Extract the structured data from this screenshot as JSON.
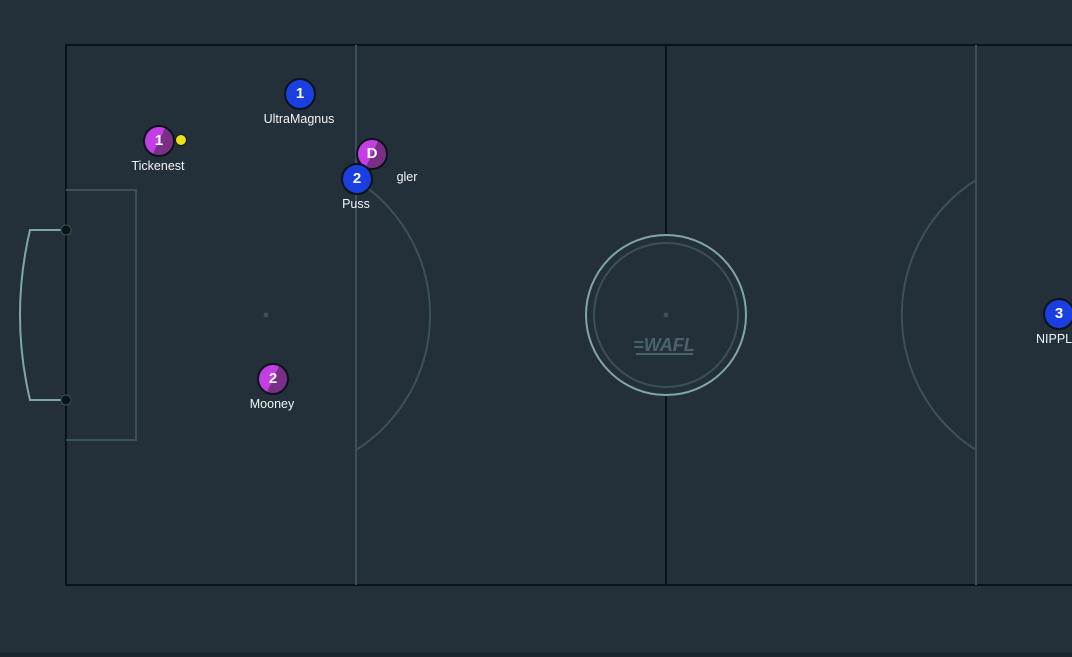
{
  "pitch": {
    "background": "#233039",
    "line_color": "#0b1318",
    "marking_color": "#3b5058",
    "goal_color": "#7fa7a4",
    "center_logo": "=WAFL"
  },
  "players": [
    {
      "id": "p1",
      "label": "1",
      "name": "UltraMagnus",
      "team": "blue"
    },
    {
      "id": "p2",
      "label": "1",
      "name": "Tickenest",
      "team": "purple"
    },
    {
      "id": "p3",
      "label": "D",
      "name": "gler",
      "team": "purple"
    },
    {
      "id": "p4",
      "label": "2",
      "name": "Puss",
      "team": "blue"
    },
    {
      "id": "p5",
      "label": "2",
      "name": "Mooney",
      "team": "purple"
    },
    {
      "id": "p6",
      "label": "3",
      "name": "NIPPL",
      "team": "blue"
    }
  ],
  "colors": {
    "blue_team": "#1a3fe0",
    "purple_team": "#c43ee6",
    "ball": "#e8e21a"
  }
}
